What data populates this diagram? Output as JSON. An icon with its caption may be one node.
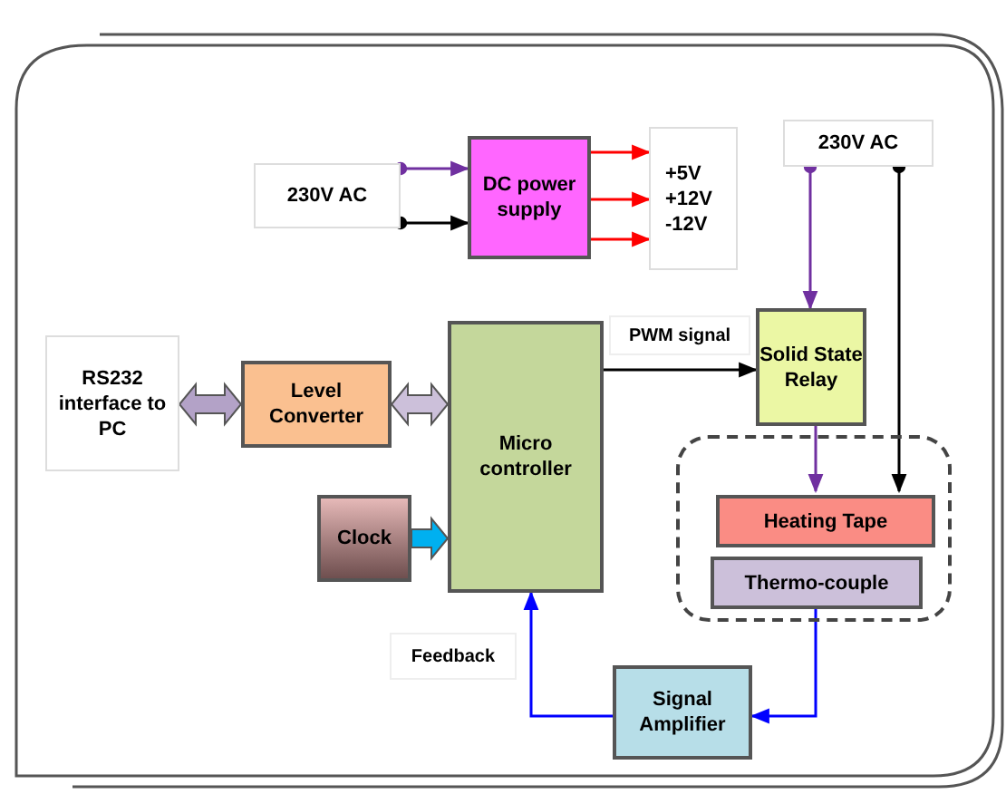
{
  "diagram": {
    "nodes": [
      {
        "text": [
          "230V AC"
        ]
      },
      {
        "text": [
          "DC power supply"
        ]
      },
      {
        "text": [
          "+5V",
          "+12V",
          "-12V"
        ]
      },
      {
        "text": [
          "230V AC"
        ]
      },
      {
        "text": [
          "RS232 interface to PC"
        ]
      },
      {
        "text": [
          "Level Converter"
        ]
      },
      {
        "text": [
          "Micro controller"
        ]
      },
      {
        "text": [
          "Solid State Relay"
        ]
      },
      {
        "text": [],
        "shape": "box"
      },
      {
        "text": [
          "Heating Tape"
        ],
        "in": 8
      },
      {
        "text": [
          "Thermo-couple"
        ],
        "in": 8
      },
      {
        "text": [
          "Clock"
        ]
      },
      {
        "text": [
          "Signal Amplifier"
        ]
      }
    ],
    "edges": [
      {
        "from": 0,
        "to": 1,
        "arrow": "to",
        "color": "#7030a0"
      },
      {
        "from": 0,
        "to": 1,
        "arrow": "to",
        "color": "#000000"
      },
      {
        "from": 1,
        "to": 2,
        "arrow": "to",
        "color": "#ff0000"
      },
      {
        "from": 1,
        "to": 2,
        "arrow": "to",
        "color": "#ff0000"
      },
      {
        "from": 1,
        "to": 2,
        "arrow": "to",
        "color": "#ff0000"
      },
      {
        "from": 3,
        "to": 7,
        "arrow": "to",
        "color": "#7030a0"
      },
      {
        "from": 3,
        "to": 9,
        "arrow": "to",
        "color": "#000000"
      },
      {
        "from": 5,
        "to": 4,
        "arrow": "both",
        "style": "thick",
        "color": "#b3a2c7"
      },
      {
        "from": 6,
        "to": 5,
        "arrow": "both",
        "style": "thick",
        "color": "#ccc0da"
      },
      {
        "from": 11,
        "to": 6,
        "arrow": "to",
        "style": "thick",
        "color": "#00b0f0"
      },
      {
        "from": 6,
        "to": 7,
        "arrow": "to",
        "label": "PWM signal",
        "color": "#000000"
      },
      {
        "from": 7,
        "to": 9,
        "arrow": "to",
        "color": "#7030a0"
      },
      {
        "from": 10,
        "to": 12,
        "arrow": "to",
        "color": "#0000ff"
      },
      {
        "from": 12,
        "to": 6,
        "arrow": "to",
        "color": "#0000ff",
        "label": "Feedback"
      }
    ]
  }
}
